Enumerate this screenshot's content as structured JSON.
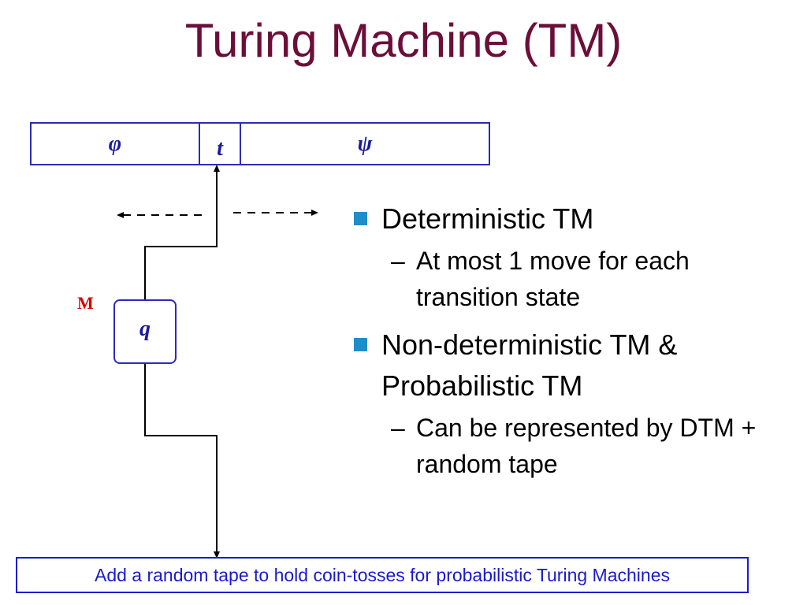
{
  "title": "Turing Machine  (TM)",
  "tape": {
    "cells": [
      "φ",
      "t",
      "ψ"
    ]
  },
  "machine": {
    "label": "M",
    "state": "q"
  },
  "bullets": [
    {
      "text": "Deterministic TM",
      "sub": [
        "At most 1 move for each transition state"
      ]
    },
    {
      "text": "Non-deterministic TM & Probabilistic TM",
      "sub": [
        "Can be represented by DTM + random tape"
      ]
    }
  ],
  "footer": "Add a random tape to hold coin-tosses for probabilistic Turing Machines",
  "colors": {
    "title": "#6b0f3a",
    "diagram_blue": "#2b2bb8",
    "bullet_square": "#1e8ec8",
    "machine_label": "#d40000",
    "footer_text": "#1a1acc"
  },
  "dash": "–"
}
